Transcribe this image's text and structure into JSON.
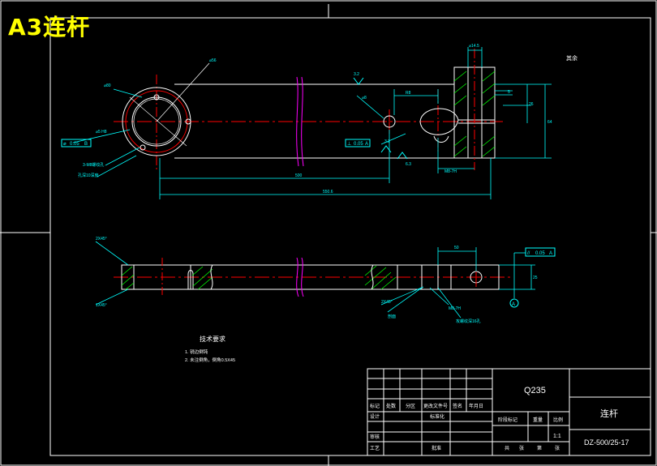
{
  "sheet_title": "A3连杆",
  "notes": {
    "heading": "技术要求",
    "items": [
      "1. 锐边倒钝",
      "2. 未注倒角，倒角0.5X45"
    ]
  },
  "title_block": {
    "material": "Q235",
    "part_name": "连杆",
    "drawing_no": "DZ-500/25-17",
    "scale": "1:1",
    "header_row": [
      "标记",
      "处数",
      "分区",
      "更改文件号",
      "签名",
      "年月日"
    ],
    "left_rows": [
      "设计",
      "审核",
      "工艺"
    ],
    "standardization": "标准化",
    "approval": "批准",
    "stage_labels": [
      "阶段标记",
      "重量",
      "比例"
    ],
    "sheet_labels": [
      "共",
      "张",
      "第",
      "张"
    ]
  },
  "corner_note": "其余",
  "top_view": {
    "hole_callout": "3-M8螺纹孔",
    "depth_note": "孔深10深度",
    "tol_left_symbol": "⌀",
    "tol_left_value": "0.05",
    "tol_left_datum": "B",
    "tol_mid_symbol": "⊥",
    "tol_mid_value": "0.05",
    "tol_mid_datum": "A",
    "dim_hole": "⌀8",
    "dim_span_inner": "500",
    "dim_span_total": "550.6",
    "dim_slot": "M8-7H",
    "dim_height_right": "64",
    "dim_height_mid": "26",
    "dim_small_top": "⌀14.5",
    "dim_small_right": "5",
    "roughness_top": "3.2",
    "roughness_mid": "3.2",
    "roughness_low": "6.3",
    "label_bore": "⌀56",
    "label_ring": "⌀80",
    "label_thread": "⌀5 H8",
    "label_slot_w": "R8"
  },
  "front_view": {
    "dim_width": "50",
    "dim_height": "25",
    "tol_symbol": "//",
    "tol_value": "0.05",
    "tol_datum": "A",
    "datum_label": "A",
    "callout_chamfer_top": "2X45°",
    "callout_chamfer_bottom": "1X45°",
    "callout_chamfer_mid": "2X45°",
    "callout_thread": "M8-7H",
    "callout_section": "剖面",
    "callout_tap": "攻螺纹深16孔"
  },
  "colors": {
    "outline": "#ffffff",
    "centerline": "#ff0000",
    "dimension": "#00ffff",
    "hatch": "#00ff00",
    "cut": "#ff00ff",
    "sheet_title": "#ffff00"
  }
}
